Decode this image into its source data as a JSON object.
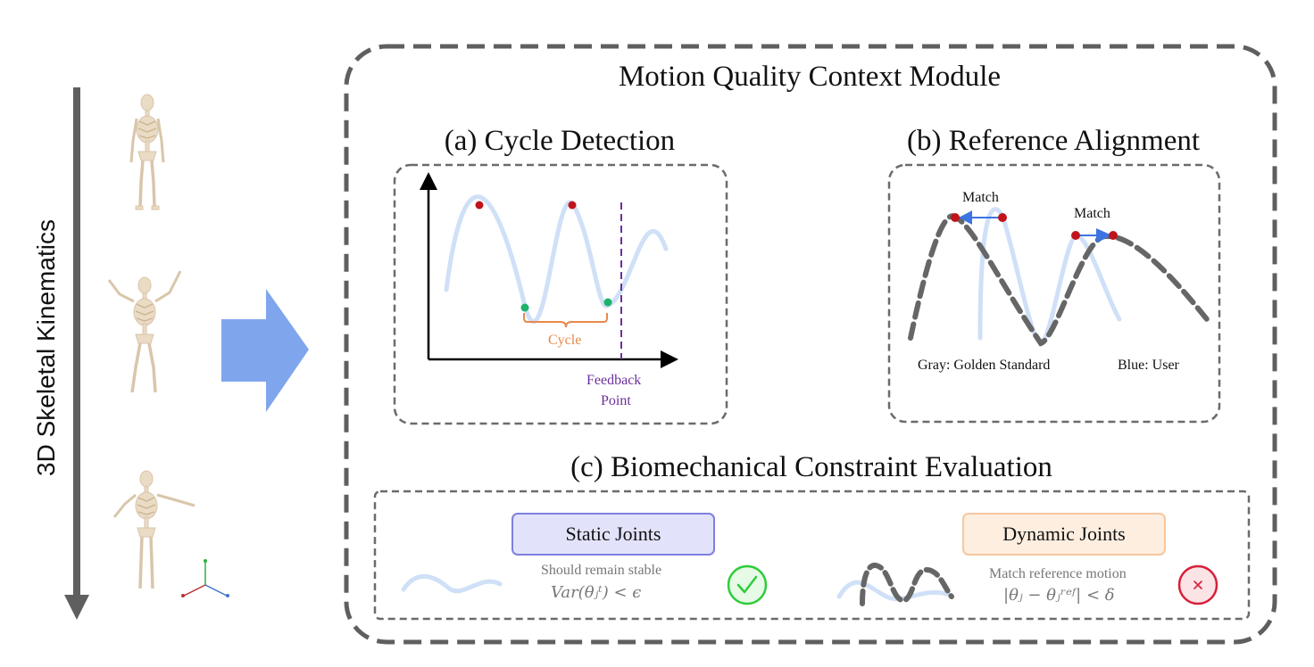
{
  "side": {
    "label": "3D Skeletal Kinematics"
  },
  "module": {
    "title": "Motion Quality Context Module"
  },
  "cycle": {
    "title": "(a) Cycle Detection",
    "cycle_label": "Cycle",
    "feedback_line1": "Feedback",
    "feedback_line2": "Point"
  },
  "alignment": {
    "title": "(b) Reference Alignment",
    "match_label": "Match",
    "gray_legend": "Gray: Golden Standard",
    "blue_legend": "Blue: User"
  },
  "constraint": {
    "title": "(c) Biomechanical Constraint Evaluation",
    "static": {
      "label": "Static Joints",
      "desc": "Should remain stable",
      "formula": "Var(θⱼᵗ) < ϵ"
    },
    "dynamic": {
      "label": "Dynamic Joints",
      "desc": "Match reference motion",
      "formula": "|θⱼ − θⱼʳᵉᶠ| < δ"
    }
  },
  "colors": {
    "user_blue": "#cfe0f7",
    "arrow_blue": "#7fa6ec",
    "gray": "#666666",
    "peak_red": "#c0141c",
    "trough_green": "#1db36a",
    "cycle_orange": "#e8894a",
    "feedback_purple": "#6b2f9a",
    "check_green": "#2fcc3c",
    "cross_red": "#d6213a"
  },
  "icons": [
    "down-arrow-icon",
    "skeleton-icon",
    "right-arrow-icon",
    "check-icon",
    "cross-icon",
    "axes-gizmo-icon"
  ]
}
